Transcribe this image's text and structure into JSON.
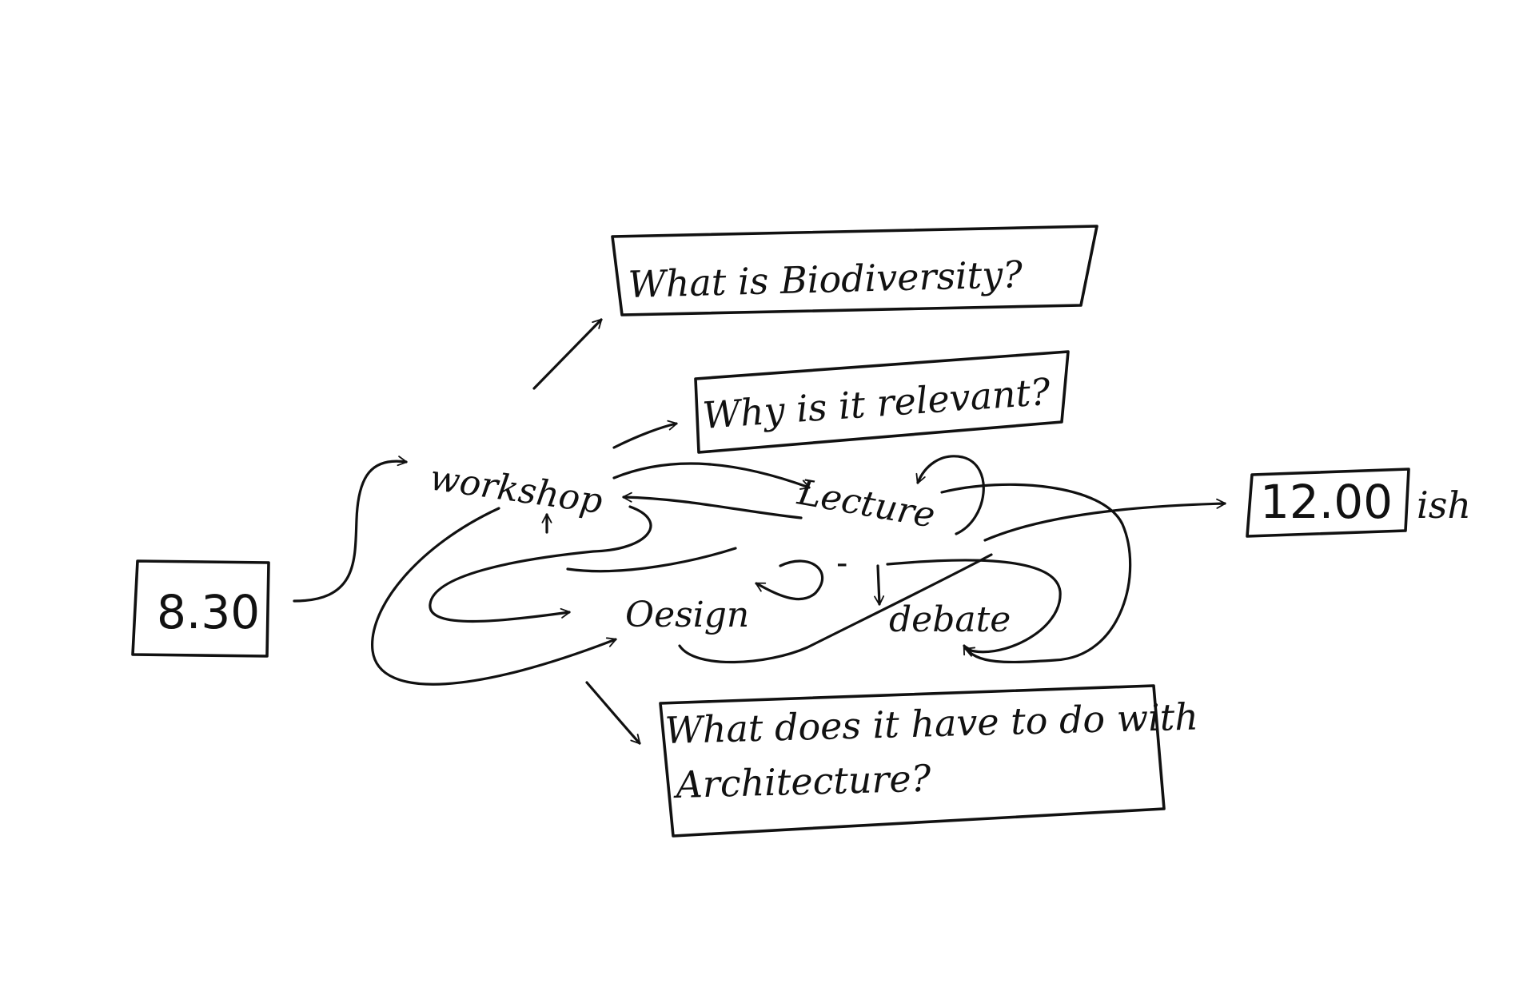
{
  "diagram": {
    "start_time": "8.30",
    "end_time": "12.00",
    "end_suffix": "ish",
    "nodes": {
      "workshop": "workshop",
      "lecture": "Lecture",
      "design": "Oesign",
      "debate": "debate",
      "separator": "-"
    },
    "questions": {
      "q1": "What is Biodiversity?",
      "q2": "Why is it relevant?",
      "q3_line1": "What does it have to do with",
      "q3_line2": "Architecture?"
    },
    "ink_color": "#111111",
    "background": "#ffffff"
  }
}
